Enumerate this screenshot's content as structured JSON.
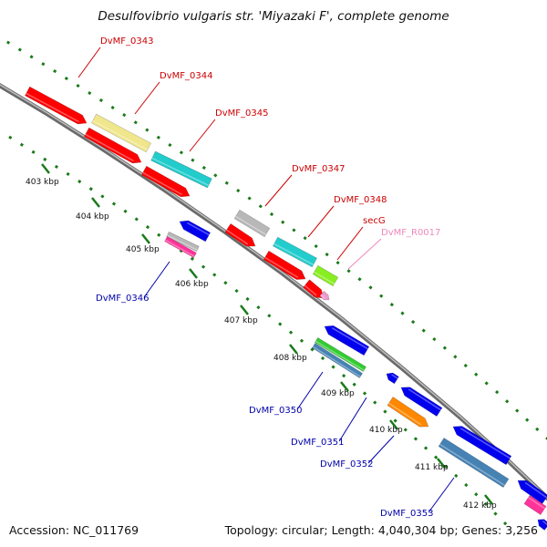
{
  "title": "Desulfovibrio vulgaris str. 'Miyazaki F', complete genome",
  "footer": {
    "accession": "Accession: NC_011769",
    "topology": "Topology: circular; Length: 4,040,304 bp; Genes: 3,256"
  },
  "ticks": [
    {
      "label": "403 kbp"
    },
    {
      "label": "404 kbp"
    },
    {
      "label": "405 kbp"
    },
    {
      "label": "406 kbp"
    },
    {
      "label": "407 kbp"
    },
    {
      "label": "408 kbp"
    },
    {
      "label": "409 kbp"
    },
    {
      "label": "410 kbp"
    },
    {
      "label": "411 kbp"
    },
    {
      "label": "412 kbp"
    }
  ],
  "gene_labels": [
    {
      "name": "DvMF_0343",
      "color": "#cc0000"
    },
    {
      "name": "DvMF_0344",
      "color": "#cc0000"
    },
    {
      "name": "DvMF_0345",
      "color": "#cc0000"
    },
    {
      "name": "DvMF_0347",
      "color": "#cc0000"
    },
    {
      "name": "DvMF_0348",
      "color": "#cc0000"
    },
    {
      "name": "secG",
      "color": "#cc0000"
    },
    {
      "name": "DvMF_R0017",
      "color": "#ee88bb"
    },
    {
      "name": "DvMF_0346",
      "color": "#0000aa"
    },
    {
      "name": "DvMF_0350",
      "color": "#0000aa"
    },
    {
      "name": "DvMF_0351",
      "color": "#0000aa"
    },
    {
      "name": "DvMF_0352",
      "color": "#0000aa"
    },
    {
      "name": "DvMF_0353",
      "color": "#0000aa"
    }
  ],
  "colors": {
    "backbone": "#8a8a8a",
    "tick": "#1a7a1a",
    "forward_cds": "#ff0000",
    "reverse_cds": "#0000ee",
    "gene_khaki": "#f0e68c",
    "gene_cyan": "#22cccc",
    "gene_grey": "#b8b8b8",
    "gene_lime": "#88ee22",
    "gene_pink": "#ff3399",
    "gene_green": "#33cc33",
    "gene_steel": "#4682b4",
    "gene_orange": "#ff8800",
    "rna": "#ee99cc"
  }
}
